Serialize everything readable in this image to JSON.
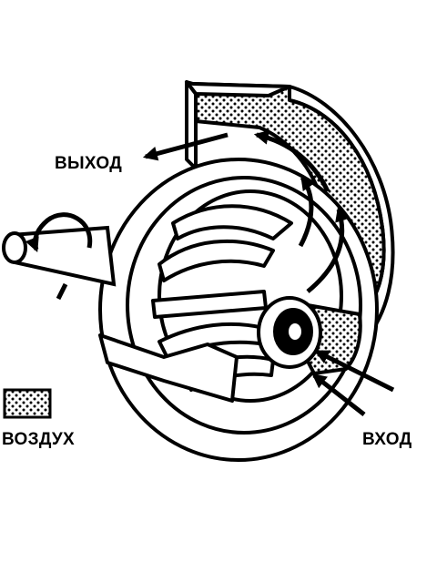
{
  "labels": {
    "outlet": "ВЫХОД",
    "inlet": "ВХОД",
    "air_legend": "ВОЗДУХ"
  },
  "colors": {
    "ink": "#000000",
    "paper": "#ffffff"
  },
  "icons": {
    "shaft_rotation": "curved-rotation-arrow-icon",
    "air_flow": "flow-arrow-icon"
  }
}
